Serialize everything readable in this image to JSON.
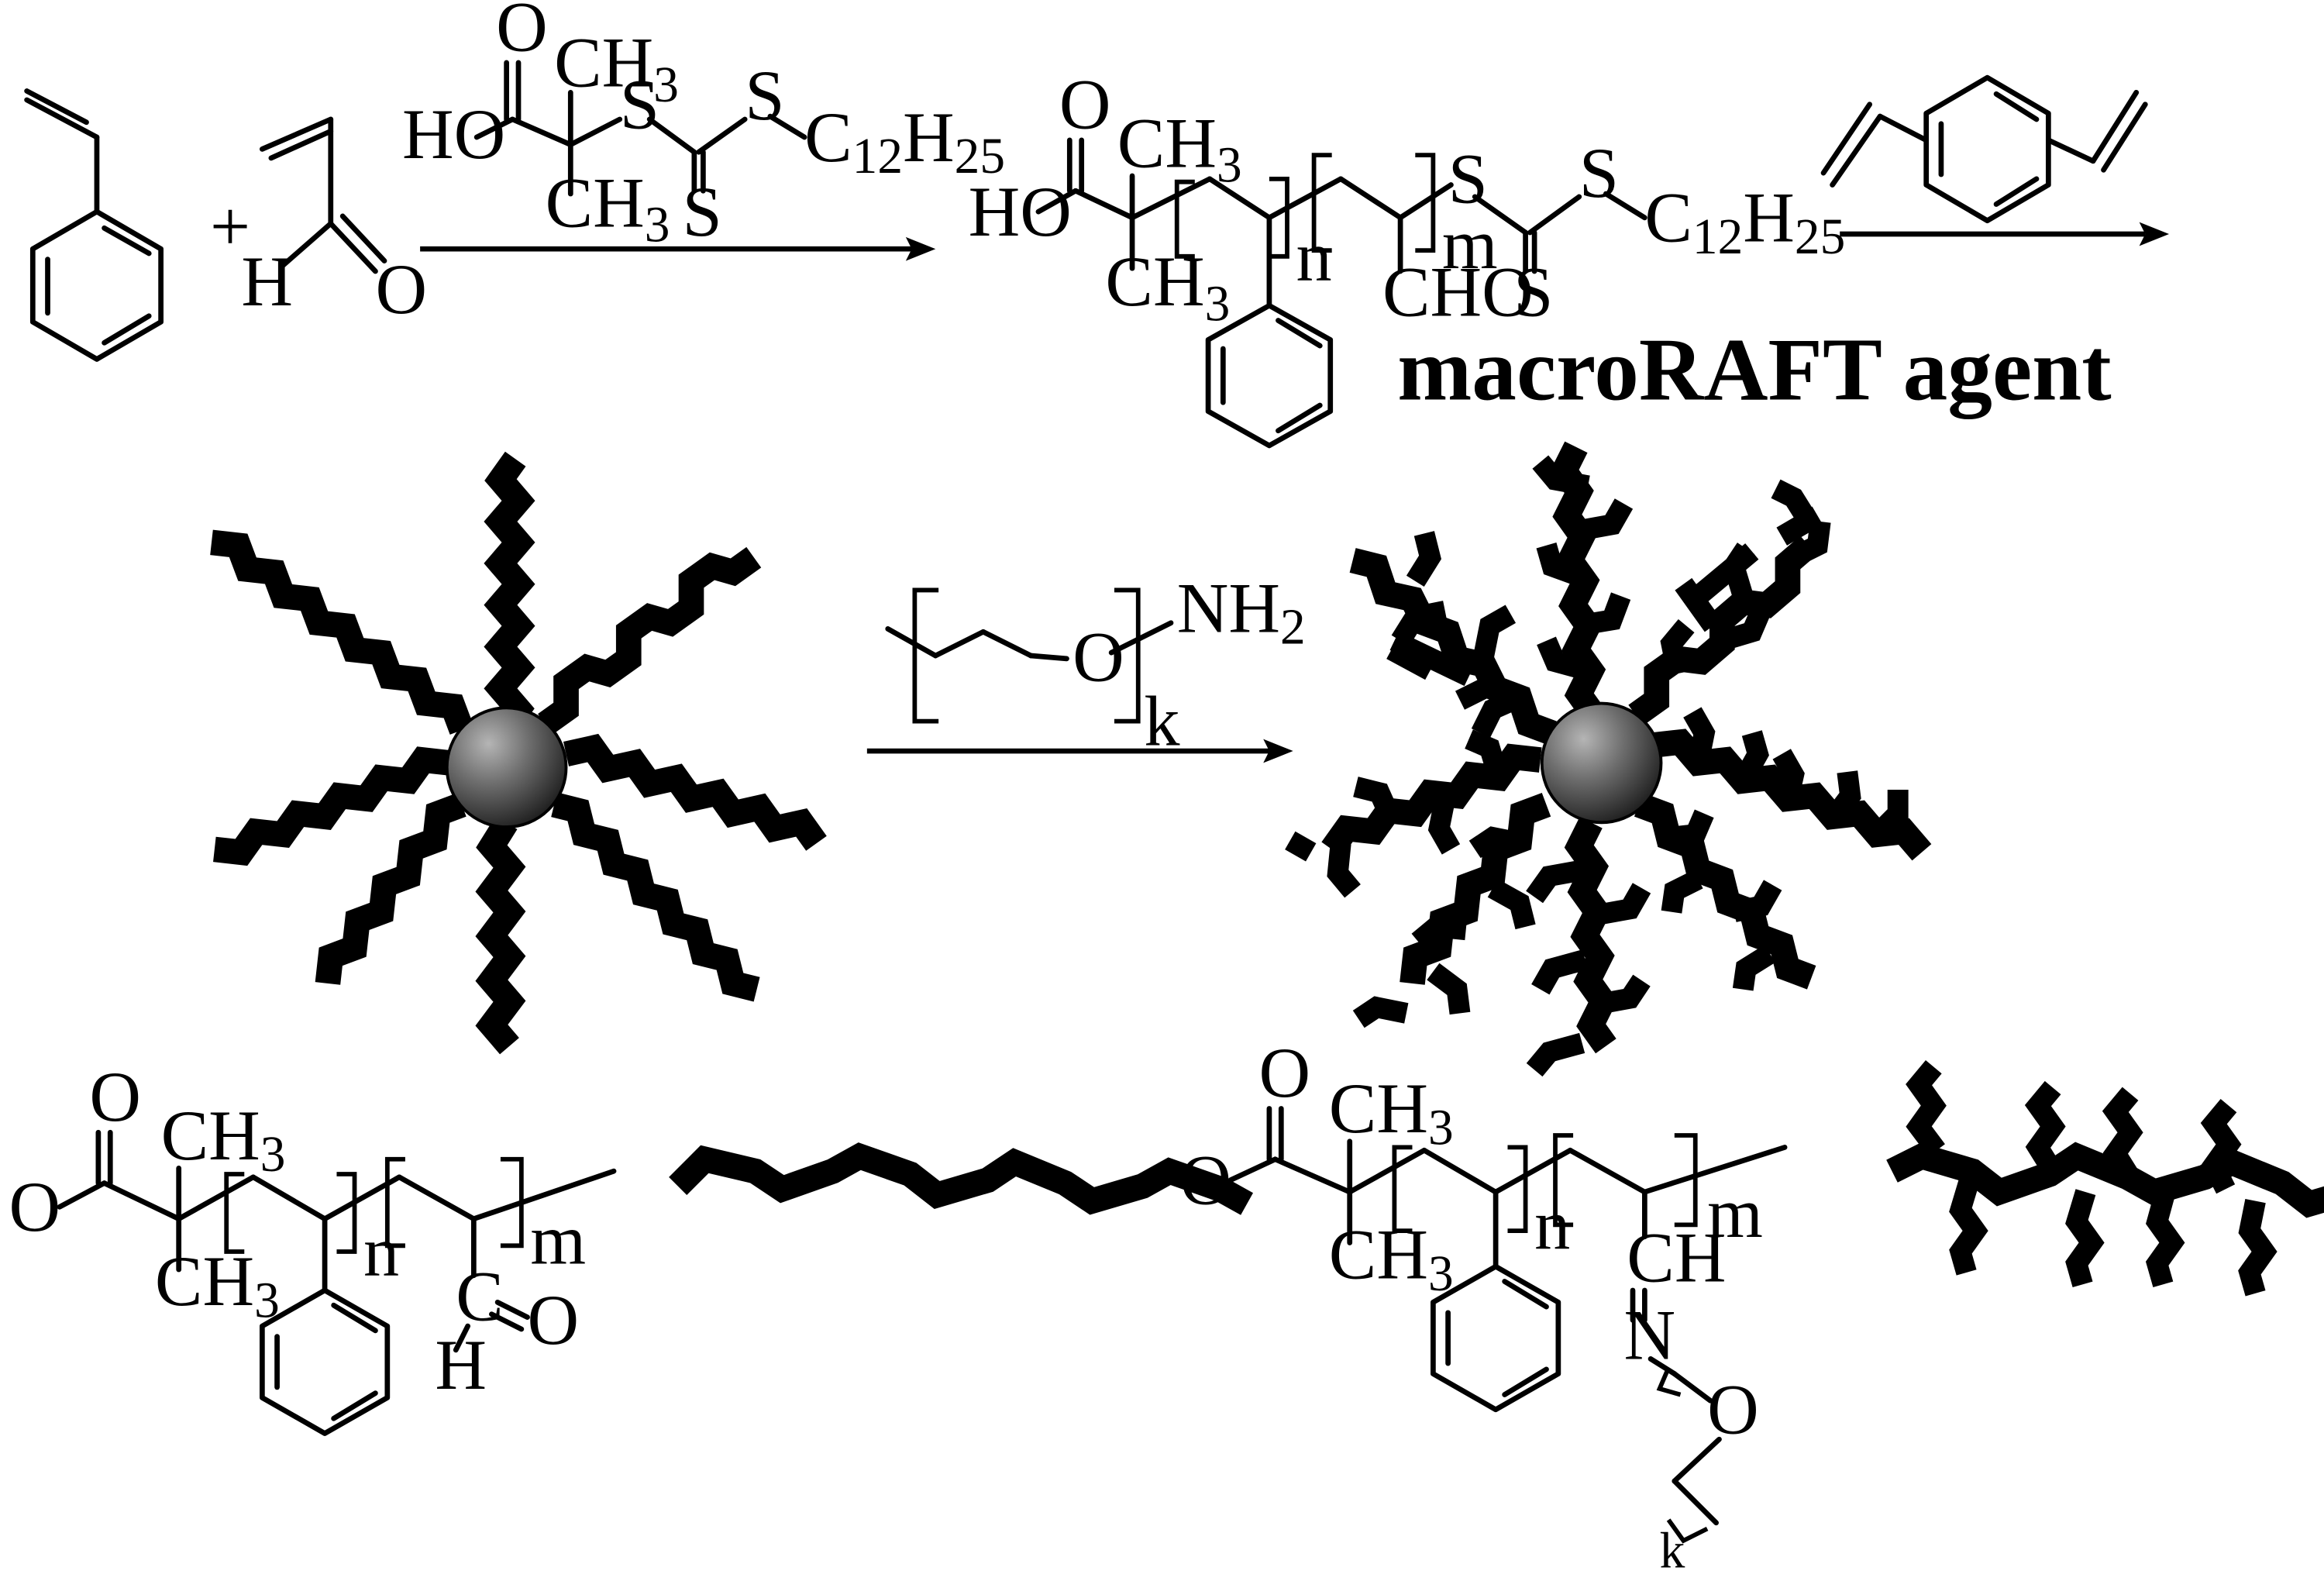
{
  "reaction": {
    "plus": "+",
    "aldehyde": {
      "h": "H",
      "o": "O"
    },
    "cta": {
      "oxo": "O",
      "ho": "HO",
      "me": "CH",
      "me_sub": "3",
      "s": "S",
      "thione_s": "S",
      "alkyl": "C",
      "alkyl_sub1": "12",
      "alkyl_mid": "H",
      "alkyl_sub2": "25"
    },
    "macro_raft": {
      "oxo": "O",
      "ho": "HO",
      "me": "CH",
      "me_sub": "3",
      "n": "n",
      "m": "m",
      "cho": "CHO",
      "s": "S",
      "thione_s": "S",
      "alkyl": "C",
      "alkyl_sub1": "12",
      "alkyl_mid": "H",
      "alkyl_sub2": "25",
      "caption": "macroRAFT agent"
    },
    "peg_amine": {
      "o": "O",
      "nh": "NH",
      "nh_sub": "2",
      "k": "k"
    }
  },
  "detail_left": {
    "oxo": "O",
    "o": "O",
    "me": "CH",
    "me_sub": "3",
    "n": "n",
    "m": "m",
    "c": "C",
    "h": "H",
    "cho_o": "O"
  },
  "detail_right": {
    "oxo": "O",
    "o": "O",
    "me": "CH",
    "me_sub": "3",
    "n": "n",
    "m": "m",
    "ch": "CH",
    "n_atom": "N",
    "peg_o": "O",
    "k": "k"
  }
}
